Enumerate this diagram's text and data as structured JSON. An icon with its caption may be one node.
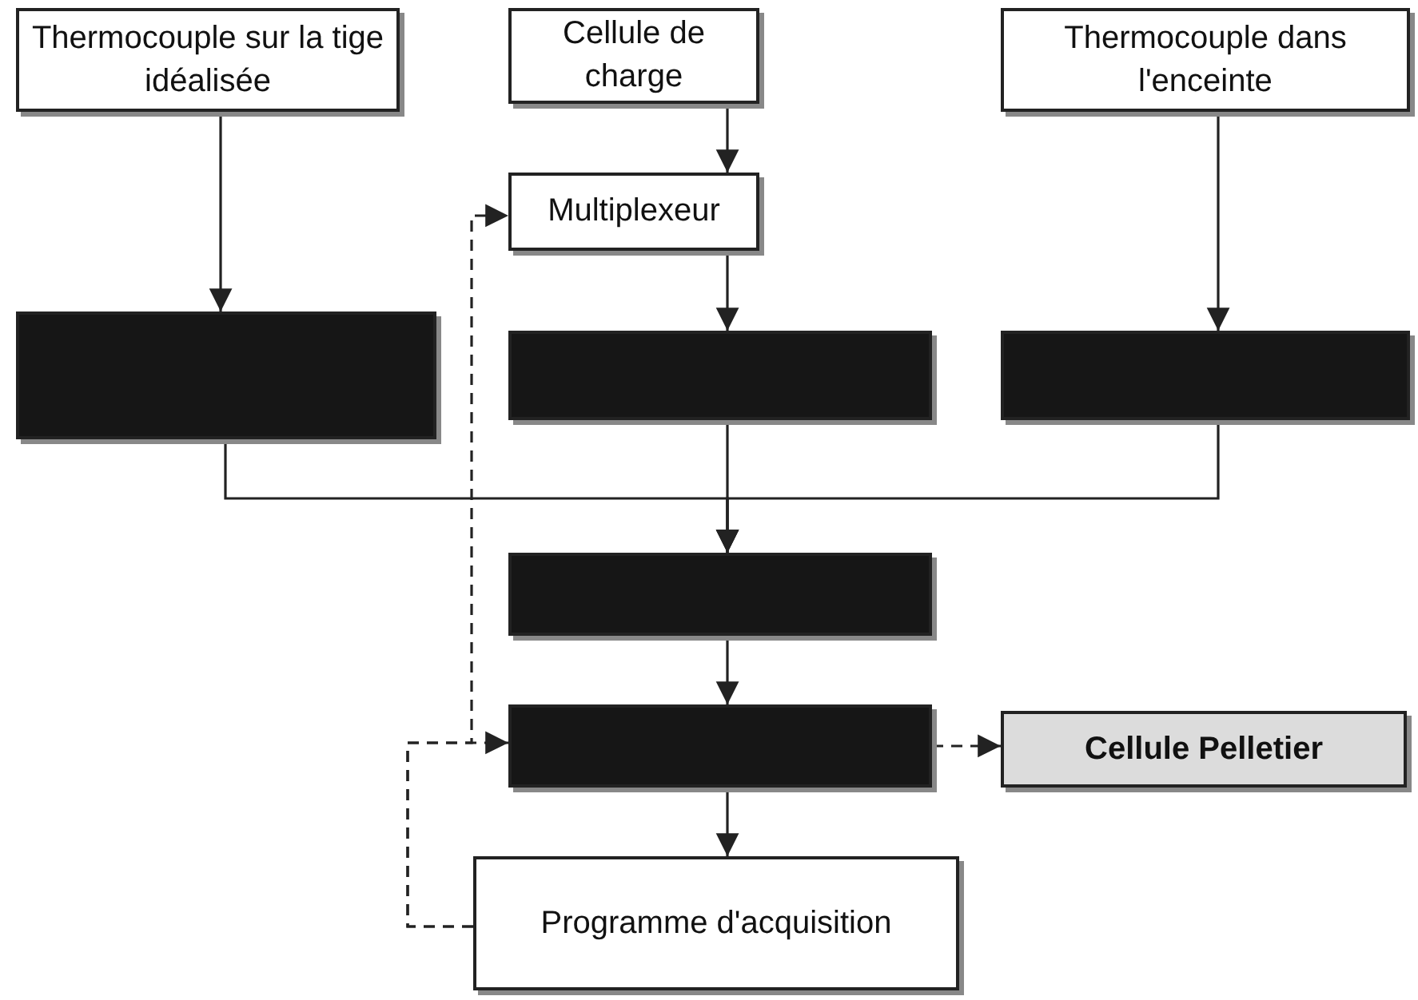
{
  "diagram": {
    "nodes": [
      {
        "text": [
          "Thermocouple sur la tige idéalisée"
        ]
      },
      {
        "text": [
          "Cellule de charge"
        ]
      },
      {
        "text": [
          "Thermocouple dans l'enceinte"
        ]
      },
      {
        "text": [
          "Multiplexeur"
        ]
      },
      {
        "text": [],
        "shape": "box"
      },
      {
        "text": [],
        "shape": "box"
      },
      {
        "text": [],
        "shape": "box"
      },
      {
        "text": [],
        "shape": "box"
      },
      {
        "text": [],
        "shape": "box"
      },
      {
        "text": [
          "Cellule Pelletier"
        ]
      },
      {
        "text": [
          "Programme d'acquisition"
        ]
      }
    ],
    "edges": [
      {
        "from": 0,
        "to": 4,
        "arrow": "to"
      },
      {
        "from": 1,
        "to": 3,
        "arrow": "to"
      },
      {
        "from": 2,
        "to": 6,
        "arrow": "to"
      },
      {
        "from": 3,
        "to": 5,
        "arrow": "to"
      },
      {
        "from": 4,
        "to": 7,
        "arrow": "to"
      },
      {
        "from": 5,
        "to": 7,
        "arrow": "to"
      },
      {
        "from": 6,
        "to": 7,
        "arrow": "to"
      },
      {
        "from": 7,
        "to": 8,
        "arrow": "to"
      },
      {
        "from": 8,
        "to": 10,
        "arrow": "to"
      },
      {
        "from": 8,
        "to": 9,
        "arrow": "to",
        "style": "dashed"
      },
      {
        "from": 10,
        "to": 8,
        "arrow": "to",
        "style": "dashed"
      },
      {
        "from": 10,
        "to": 3,
        "arrow": "to",
        "style": "dashed"
      }
    ]
  }
}
